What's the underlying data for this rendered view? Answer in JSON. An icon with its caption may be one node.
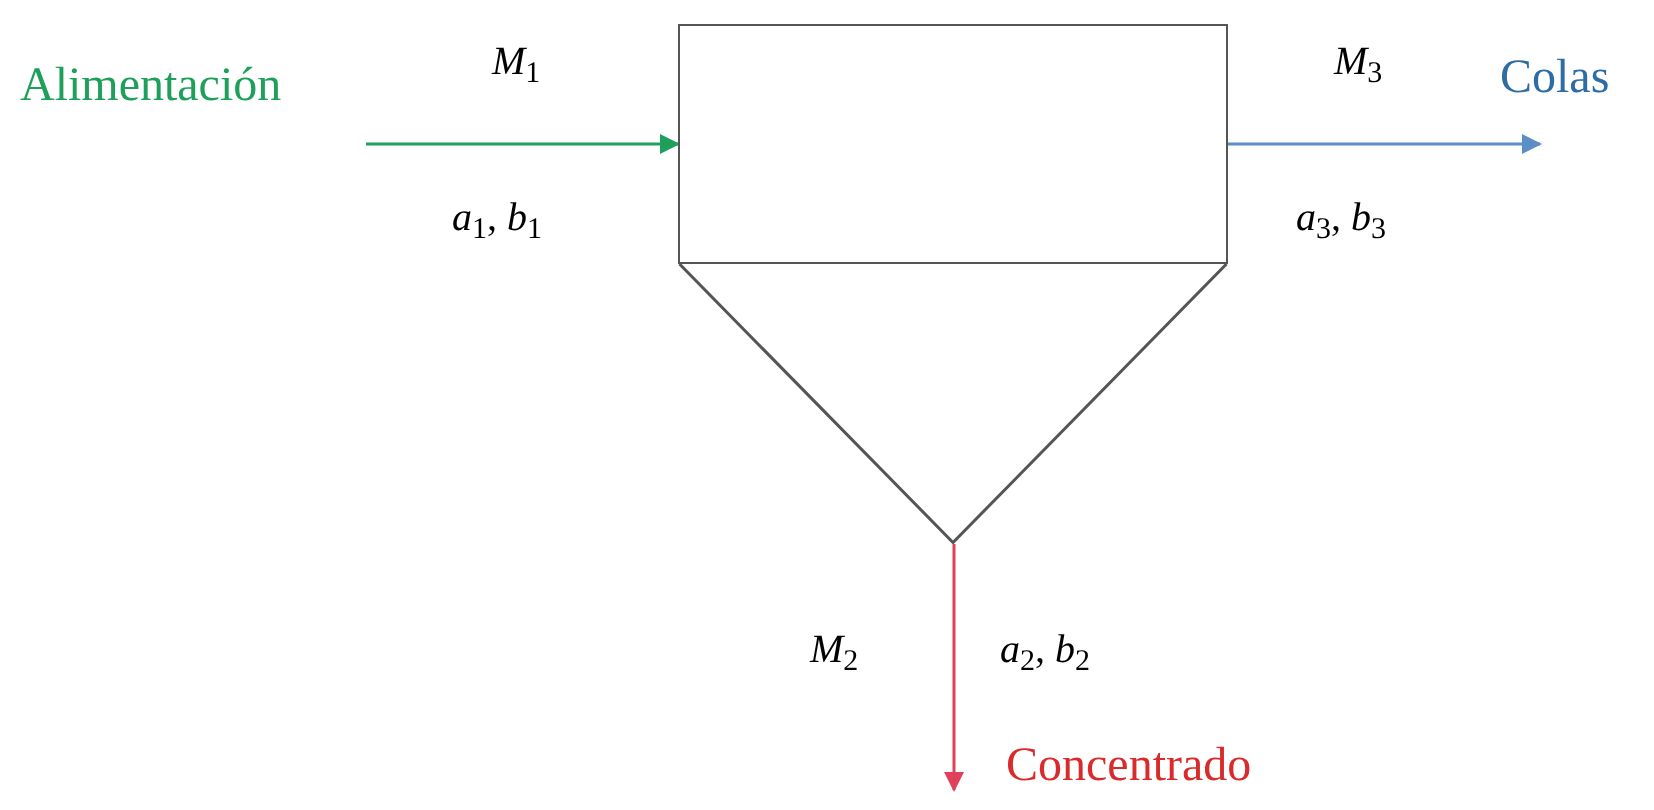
{
  "diagram": {
    "nodes": [
      {
        "text": [
          "Alimentación"
        ]
      },
      {
        "text": [],
        "shape": "box"
      },
      {
        "text": [],
        "shape": "triangle"
      },
      {
        "text": [
          "Colas"
        ]
      },
      {
        "text": [
          "Concentrado"
        ]
      }
    ],
    "edges": [
      {
        "from": 0,
        "to": 1,
        "arrow": "to",
        "color": "#1fa05a"
      },
      {
        "from": 1,
        "to": 3,
        "arrow": "to",
        "color": "#5b8ec4"
      },
      {
        "from": 2,
        "to": 4,
        "arrow": "to",
        "color": "#e0405a"
      }
    ],
    "labels": [
      "*M*$_{1}$",
      "*a*$_{1}$, *b*$_{1}$",
      "*M*$_{3}$",
      "*a*$_{3}$, *b*$_{3}$",
      "*M*$_{2}$",
      "*a*$_{2}$, *b*$_{2}$"
    ]
  }
}
